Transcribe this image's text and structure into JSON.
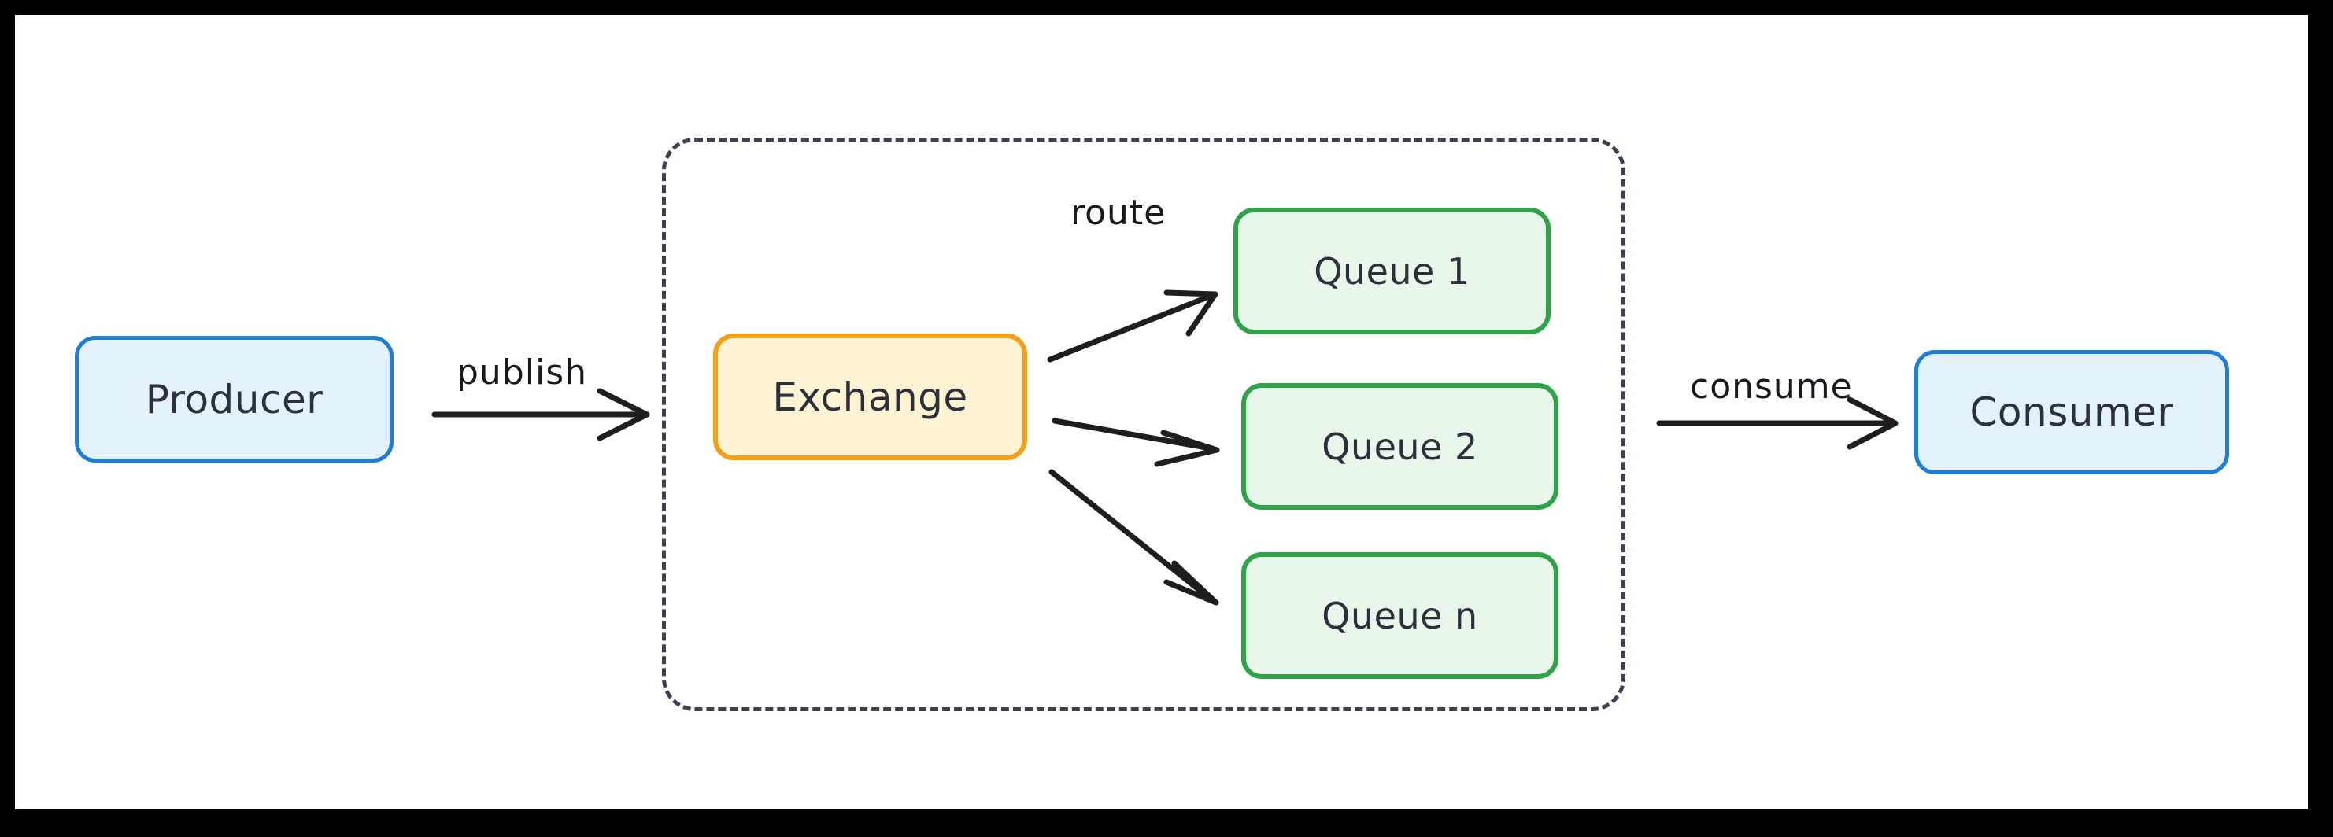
{
  "diagram": {
    "title": "Message broker publish/route/consume flow",
    "type": "flow-diagram",
    "background": "#ffffff",
    "frame_color": "#000000"
  },
  "colors": {
    "actor_fill": "#e3f1fb",
    "actor_stroke": "#1c7ed6",
    "exchange_fill": "#fdf3d2",
    "exchange_stroke": "#f59f15",
    "queue_fill": "#e9f7ea",
    "queue_stroke": "#2fa34a",
    "container_stroke": "#3b4150",
    "arrow_stroke": "#1e1e1e",
    "text": "#2b303b"
  },
  "nodes": {
    "producer": {
      "label": "Producer",
      "kind": "actor"
    },
    "exchange": {
      "label": "Exchange",
      "kind": "exchange"
    },
    "queue_1": {
      "label": "Queue 1",
      "kind": "queue"
    },
    "queue_2": {
      "label": "Queue 2",
      "kind": "queue"
    },
    "queue_n": {
      "label": "Queue n",
      "kind": "queue"
    },
    "consumer": {
      "label": "Consumer",
      "kind": "actor"
    }
  },
  "container": {
    "name": "broker-boundary",
    "label": "",
    "border_style": "dashed"
  },
  "edges": [
    {
      "id": "publish",
      "label": "publish",
      "from": "producer",
      "to": "exchange"
    },
    {
      "id": "route",
      "label": "route",
      "from": "exchange",
      "to": "queue_1"
    },
    {
      "id": "route-2",
      "label": "",
      "from": "exchange",
      "to": "queue_2"
    },
    {
      "id": "route-n",
      "label": "",
      "from": "exchange",
      "to": "queue_n"
    },
    {
      "id": "consume",
      "label": "consume",
      "from": "queue_2",
      "to": "consumer"
    }
  ],
  "labels": {
    "publish": "publish",
    "route": "route",
    "consume": "consume"
  }
}
